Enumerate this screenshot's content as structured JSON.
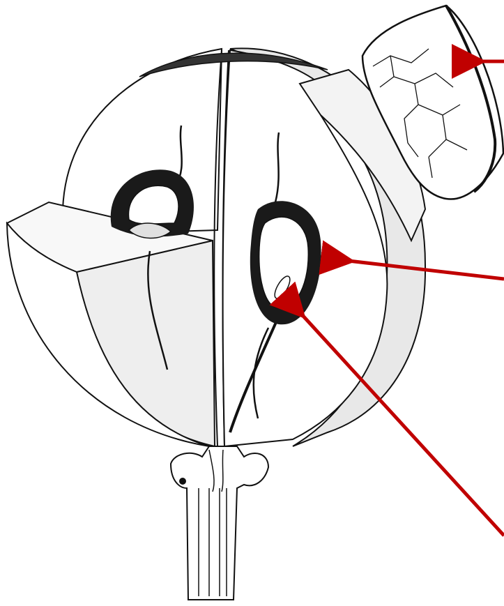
{
  "figure": {
    "subject_icon": "fruit-cross-section-illustration",
    "colors": {
      "ink": "#111111",
      "shade_light": "#efefef",
      "shade_mid": "#dcdcdc",
      "seed_coat": "#1a1a1a",
      "arrow": "#c00000",
      "paper": "#ffffff"
    }
  },
  "pointers": [
    {
      "id": "pointer-to-detached-peel",
      "color": "#c00000"
    },
    {
      "id": "pointer-to-flesh",
      "color": "#c00000"
    },
    {
      "id": "pointer-to-seed",
      "color": "#c00000"
    }
  ]
}
